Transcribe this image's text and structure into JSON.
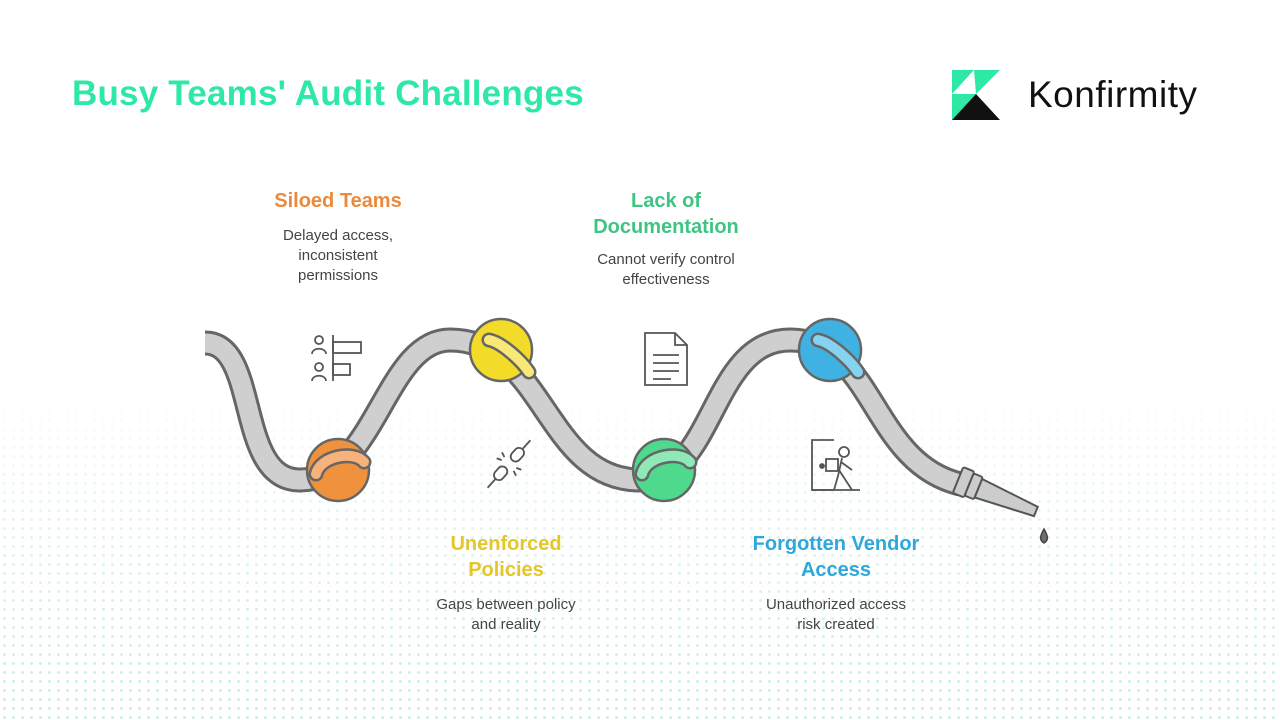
{
  "header": {
    "title": "Busy Teams' Audit Challenges",
    "brand": "Konfirmity"
  },
  "colors": {
    "title": "#2ee8a5",
    "siloed": "#f0913e",
    "unenforced": "#f3db2a",
    "documentation": "#4fd98d",
    "vendor": "#3fb2e3"
  },
  "challenges": [
    {
      "title": "Siloed Teams",
      "description": "Delayed access, inconsistent permissions",
      "icon": "team-hierarchy-icon",
      "color": "#e98a3e"
    },
    {
      "title": "Unenforced Policies",
      "description": "Gaps between policy and reality",
      "icon": "broken-chain-icon",
      "color": "#e5c62a"
    },
    {
      "title": "Lack of Documentation",
      "description": "Cannot verify control effectiveness",
      "icon": "document-icon",
      "color": "#3fc483"
    },
    {
      "title": "Forgotten Vendor Access",
      "description": "Unauthorized access risk created",
      "icon": "person-exiting-door-icon",
      "color": "#2fa6dc"
    }
  ]
}
